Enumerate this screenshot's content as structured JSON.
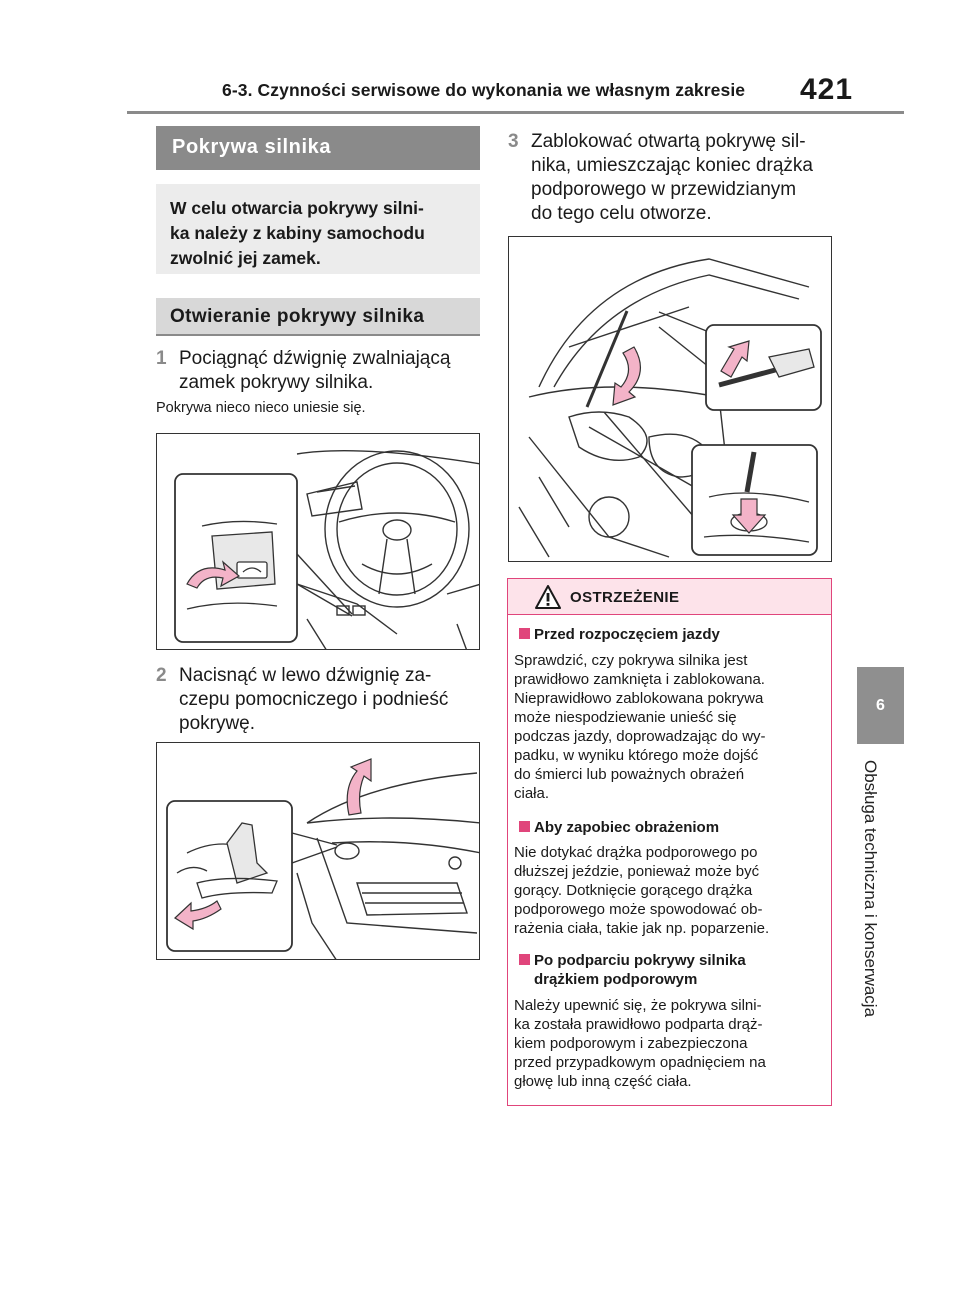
{
  "header": {
    "title": "6-3. Czynności serwisowe do wykonania we własnym zakresie",
    "page_number": "421"
  },
  "side_tab": {
    "chapter_number": "6",
    "chapter_title": "Obsługa techniczna i konserwacja"
  },
  "section": {
    "title": "Pokrywa silnika",
    "intro_lines": [
      "W celu otwarcia pokrywy silni-",
      "ka należy z kabiny samochodu",
      "zwolnić jej zamek."
    ],
    "subtitle": "Otwieranie pokrywy silnika"
  },
  "steps": [
    {
      "num": "1",
      "lines": [
        "Pociągnąć dźwignię zwalniającą",
        "zamek pokrywy silnika."
      ]
    },
    {
      "num": "2",
      "lines": [
        "Nacisnąć w lewo dźwignię za-",
        "czepu pomocniczego i podnieść",
        "pokrywę."
      ]
    },
    {
      "num": "3",
      "lines": [
        "Zablokować otwartą pokrywę sil-",
        "nika, umieszczając koniec drążka",
        "podporowego w przewidzianym",
        "do tego celu otworze."
      ]
    }
  ],
  "step1_note": "Pokrywa nieco nieco uniesie się.",
  "warning": {
    "heading": "OSTRZEŻENIE",
    "sections": [
      {
        "title_lines": [
          "Przed rozpoczęciem jazdy"
        ],
        "body_lines": [
          "Sprawdzić, czy pokrywa silnika jest",
          "prawidłowo zamknięta i zablokowana.",
          "Nieprawidłowo zablokowana pokrywa",
          "może niespodziewanie unieść się",
          "podczas jazdy, doprowadzając do wy-",
          "padku, w wyniku którego może dojść",
          "do śmierci lub poważnych obrażeń",
          "ciała."
        ]
      },
      {
        "title_lines": [
          "Aby zapobiec obrażeniom"
        ],
        "body_lines": [
          "Nie dotykać drążka podporowego po",
          "dłuższej jeździe, ponieważ może być",
          "gorący. Dotknięcie gorącego drążka",
          "podporowego może spowodować ob-",
          "rażenia ciała, takie jak np. poparzenie."
        ]
      },
      {
        "title_lines": [
          "Po podparciu pokrywy silnika",
          "drążkiem podporowym"
        ],
        "body_lines": [
          "Należy upewnić się, że pokrywa silni-",
          "ka została prawidłowo podparta drąż-",
          "kiem podporowym i zabezpieczona",
          "przed przypadkowym opadnięciem na",
          "głowę lub inną część ciała."
        ]
      }
    ]
  },
  "colors": {
    "gray": "#8a8a8a",
    "warning_accent": "#e0457b",
    "warning_fill": "#fde3ea",
    "arrow_fill": "#f3b3c8"
  }
}
